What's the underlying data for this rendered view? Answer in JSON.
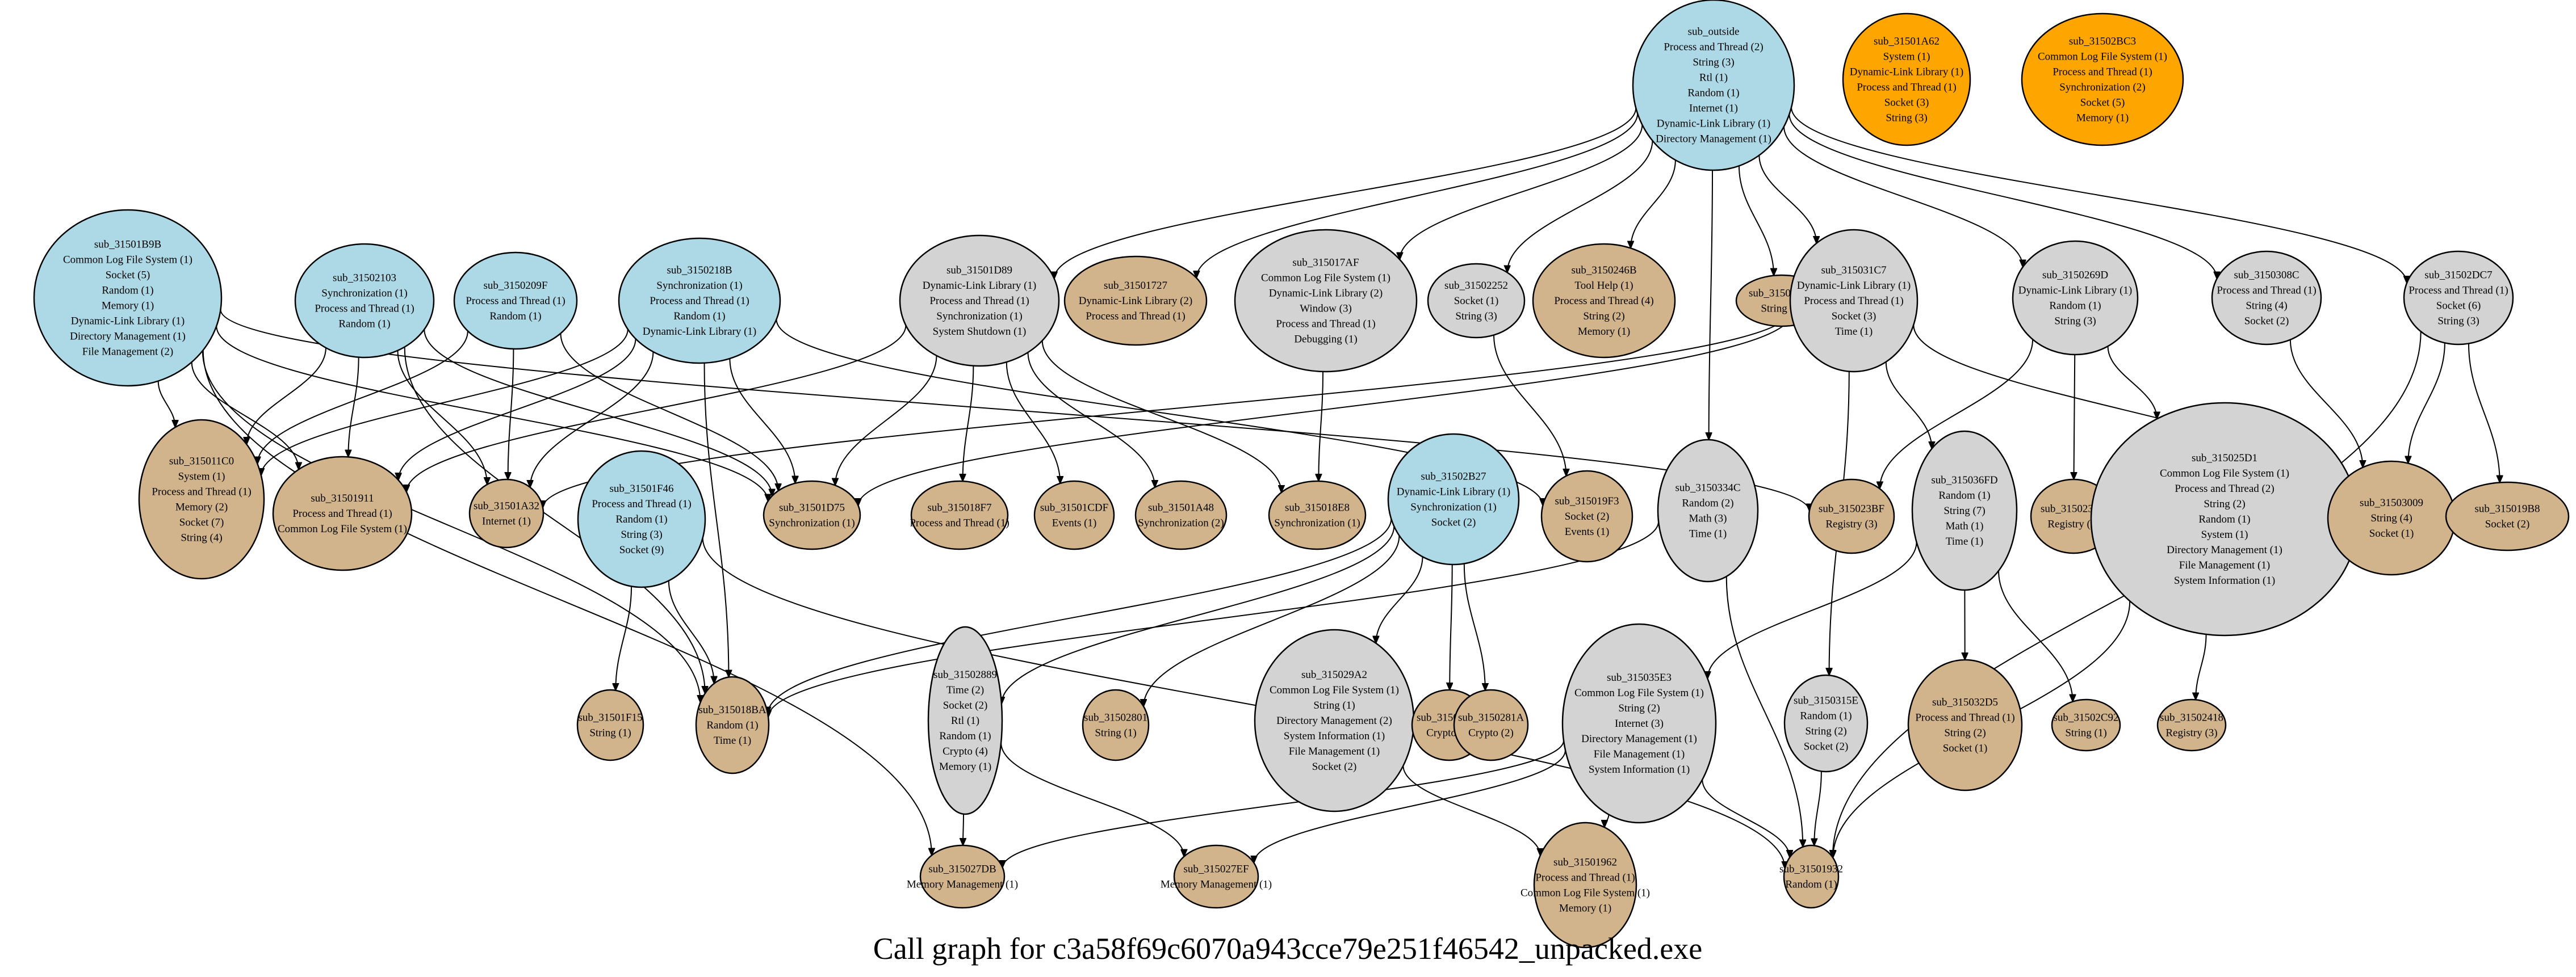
{
  "title": "Call graph for c3a58f69c6070a943cce79e251f46542_unpacked.exe",
  "colors": {
    "root": "#add8e6",
    "internal": "#d3d3d3",
    "leaf": "#d2b48c",
    "isolated": "#ffa500",
    "edge": "#000000"
  },
  "nodes": [
    {
      "id": "sub_outside",
      "type": "root",
      "labels": [
        "Process and Thread (2)",
        "String (3)",
        "Rtl (1)",
        "Random (1)",
        "Internet (1)",
        "Dynamic-Link Library (1)",
        "Directory Management (1)"
      ]
    },
    {
      "id": "sub_31501A62",
      "type": "isolated",
      "labels": [
        "System (1)",
        "Dynamic-Link Library (1)",
        "Process and Thread (1)",
        "Socket (3)",
        "String (3)"
      ]
    },
    {
      "id": "sub_31502BC3",
      "type": "isolated",
      "labels": [
        "Common Log File System (1)",
        "Process and Thread (1)",
        "Synchronization (2)",
        "Socket (5)",
        "Memory (1)"
      ]
    },
    {
      "id": "sub_31501B9B",
      "type": "root",
      "labels": [
        "Common Log File System (1)",
        "Socket (5)",
        "Random (1)",
        "Memory (1)",
        "Dynamic-Link Library (1)",
        "Directory Management (1)",
        "File Management (2)"
      ]
    },
    {
      "id": "sub_31502103",
      "type": "root",
      "labels": [
        "Synchronization (1)",
        "Process and Thread (1)",
        "Random (1)"
      ]
    },
    {
      "id": "sub_3150209F",
      "type": "root",
      "labels": [
        "Process and Thread (1)",
        "Random (1)"
      ]
    },
    {
      "id": "sub_3150218B",
      "type": "root",
      "labels": [
        "Synchronization (1)",
        "Process and Thread (1)",
        "Random (1)",
        "Dynamic-Link Library (1)"
      ]
    },
    {
      "id": "sub_31501D89",
      "type": "internal",
      "labels": [
        "Dynamic-Link Library (1)",
        "Process and Thread (1)",
        "Synchronization (1)",
        "System Shutdown (1)"
      ]
    },
    {
      "id": "sub_31501727",
      "type": "leaf",
      "labels": [
        "Dynamic-Link Library (2)",
        "Process and Thread (1)"
      ]
    },
    {
      "id": "sub_315017AF",
      "type": "internal",
      "labels": [
        "Common Log File System (1)",
        "Dynamic-Link Library (2)",
        "Window (3)",
        "Process and Thread (1)",
        "Debugging (1)"
      ]
    },
    {
      "id": "sub_31502252",
      "type": "internal",
      "labels": [
        "Socket (1)",
        "String (3)"
      ]
    },
    {
      "id": "sub_3150246B",
      "type": "leaf",
      "labels": [
        "Tool Help (1)",
        "Process and Thread (4)",
        "String (2)",
        "Memory (1)"
      ]
    },
    {
      "id": "sub_31502D91",
      "type": "leaf",
      "labels": [
        "String (1)"
      ]
    },
    {
      "id": "sub_315031C7",
      "type": "internal",
      "labels": [
        "Dynamic-Link Library (1)",
        "Process and Thread (1)",
        "Socket (3)",
        "Time (1)"
      ]
    },
    {
      "id": "sub_3150269D",
      "type": "internal",
      "labels": [
        "Dynamic-Link Library (1)",
        "Random (1)",
        "String (3)"
      ]
    },
    {
      "id": "sub_3150308C",
      "type": "internal",
      "labels": [
        "Process and Thread (1)",
        "String (4)",
        "Socket (2)"
      ]
    },
    {
      "id": "sub_31502DC7",
      "type": "internal",
      "labels": [
        "Process and Thread (1)",
        "Socket (6)",
        "String (3)"
      ]
    },
    {
      "id": "sub_315011C0",
      "type": "leaf",
      "labels": [
        "System (1)",
        "Process and Thread (1)",
        "Memory (2)",
        "Socket (7)",
        "String (4)"
      ]
    },
    {
      "id": "sub_31501911",
      "type": "leaf",
      "labels": [
        "Process and Thread (1)",
        "Common Log File System (1)"
      ]
    },
    {
      "id": "sub_31501A32",
      "type": "leaf",
      "labels": [
        "Internet (1)"
      ]
    },
    {
      "id": "sub_31501F46",
      "type": "root",
      "labels": [
        "Process and Thread (1)",
        "Random (1)",
        "String (3)",
        "Socket (9)"
      ]
    },
    {
      "id": "sub_31501D75",
      "type": "leaf",
      "labels": [
        "Synchronization (1)"
      ]
    },
    {
      "id": "sub_315018F7",
      "type": "leaf",
      "labels": [
        "Process and Thread (1)"
      ]
    },
    {
      "id": "sub_31501CDF",
      "type": "leaf",
      "labels": [
        "Events (1)"
      ]
    },
    {
      "id": "sub_31501A48",
      "type": "leaf",
      "labels": [
        "Synchronization (2)"
      ]
    },
    {
      "id": "sub_315018E8",
      "type": "leaf",
      "labels": [
        "Synchronization (1)"
      ]
    },
    {
      "id": "sub_31502B27",
      "type": "root",
      "labels": [
        "Dynamic-Link Library (1)",
        "Synchronization (1)",
        "Socket (2)"
      ]
    },
    {
      "id": "sub_315019F3",
      "type": "leaf",
      "labels": [
        "Socket (2)",
        "Events (1)"
      ]
    },
    {
      "id": "sub_3150334C",
      "type": "internal",
      "labels": [
        "Random (2)",
        "Math (3)",
        "Time (1)"
      ]
    },
    {
      "id": "sub_315023BF",
      "type": "leaf",
      "labels": [
        "Registry (3)"
      ]
    },
    {
      "id": "sub_315036FD",
      "type": "internal",
      "labels": [
        "Random (1)",
        "String (7)",
        "Math (1)",
        "Time (1)"
      ]
    },
    {
      "id": "sub_3150238A",
      "type": "leaf",
      "labels": [
        "Registry (3)"
      ]
    },
    {
      "id": "sub_315025D1",
      "type": "internal",
      "labels": [
        "Common Log File System (1)",
        "Process and Thread (2)",
        "String (2)",
        "Random (1)",
        "System (1)",
        "Directory Management (1)",
        "File Management (1)",
        "System Information (1)"
      ]
    },
    {
      "id": "sub_31503009",
      "type": "leaf",
      "labels": [
        "String (4)",
        "Socket (1)"
      ]
    },
    {
      "id": "sub_315019B8",
      "type": "leaf",
      "labels": [
        "Socket (2)"
      ]
    },
    {
      "id": "sub_31501F15",
      "type": "leaf",
      "labels": [
        "String (1)"
      ]
    },
    {
      "id": "sub_315018BA",
      "type": "leaf",
      "labels": [
        "Random (1)",
        "Time (1)"
      ]
    },
    {
      "id": "sub_31502889",
      "type": "internal",
      "labels": [
        "Time (2)",
        "Socket (2)",
        "Rtl (1)",
        "Random (1)",
        "Crypto (4)",
        "Memory (1)"
      ]
    },
    {
      "id": "sub_31502801",
      "type": "leaf",
      "labels": [
        "String (1)"
      ]
    },
    {
      "id": "sub_315029A2",
      "type": "internal",
      "labels": [
        "Common Log File System (1)",
        "String (1)",
        "Directory Management (2)",
        "System Information (1)",
        "File Management (1)",
        "Socket (2)"
      ]
    },
    {
      "id": "sub_3150286E",
      "type": "leaf",
      "labels": [
        "Crypto (2)"
      ]
    },
    {
      "id": "sub_3150281A",
      "type": "leaf",
      "labels": [
        "Crypto (2)"
      ]
    },
    {
      "id": "sub_315035E3",
      "type": "internal",
      "labels": [
        "Common Log File System (1)",
        "String (2)",
        "Internet (3)",
        "Directory Management (1)",
        "File Management (1)",
        "System Information (1)"
      ]
    },
    {
      "id": "sub_3150315E",
      "type": "internal",
      "labels": [
        "Random (1)",
        "String (2)",
        "Socket (2)"
      ]
    },
    {
      "id": "sub_315032D5",
      "type": "leaf",
      "labels": [
        "Process and Thread (1)",
        "String (2)",
        "Socket (1)"
      ]
    },
    {
      "id": "sub_31502C92",
      "type": "leaf",
      "labels": [
        "String (1)"
      ]
    },
    {
      "id": "sub_31502418",
      "type": "leaf",
      "labels": [
        "Registry (3)"
      ]
    },
    {
      "id": "sub_315027DB",
      "type": "leaf",
      "labels": [
        "Memory Management (1)"
      ]
    },
    {
      "id": "sub_315027EF",
      "type": "leaf",
      "labels": [
        "Memory Management (1)"
      ]
    },
    {
      "id": "sub_31501962",
      "type": "leaf",
      "labels": [
        "Process and Thread (1)",
        "Common Log File System (1)",
        "Memory (1)"
      ]
    },
    {
      "id": "sub_31501932",
      "type": "leaf",
      "labels": [
        "Random (1)"
      ]
    }
  ],
  "edges": [
    [
      "sub_outside",
      "sub_31501D89"
    ],
    [
      "sub_outside",
      "sub_31501727"
    ],
    [
      "sub_outside",
      "sub_315017AF"
    ],
    [
      "sub_outside",
      "sub_31502252"
    ],
    [
      "sub_outside",
      "sub_3150246B"
    ],
    [
      "sub_outside",
      "sub_31502D91"
    ],
    [
      "sub_outside",
      "sub_315031C7"
    ],
    [
      "sub_outside",
      "sub_3150269D"
    ],
    [
      "sub_outside",
      "sub_3150308C"
    ],
    [
      "sub_outside",
      "sub_31502DC7"
    ],
    [
      "sub_outside",
      "sub_3150334C"
    ],
    [
      "sub_31501B9B",
      "sub_315011C0"
    ],
    [
      "sub_31501B9B",
      "sub_31501911"
    ],
    [
      "sub_31501B9B",
      "sub_31501D75"
    ],
    [
      "sub_31501B9B",
      "sub_315018BA"
    ],
    [
      "sub_31501B9B",
      "sub_315027DB"
    ],
    [
      "sub_31501B9B",
      "sub_315023BF"
    ],
    [
      "sub_31502103",
      "sub_315011C0"
    ],
    [
      "sub_31502103",
      "sub_31501911"
    ],
    [
      "sub_31502103",
      "sub_31501A32"
    ],
    [
      "sub_31502103",
      "sub_31501D75"
    ],
    [
      "sub_31502103",
      "sub_315018BA"
    ],
    [
      "sub_3150209F",
      "sub_315011C0"
    ],
    [
      "sub_3150209F",
      "sub_31501A32"
    ],
    [
      "sub_3150209F",
      "sub_31501D75"
    ],
    [
      "sub_3150218B",
      "sub_315011C0"
    ],
    [
      "sub_3150218B",
      "sub_31501911"
    ],
    [
      "sub_3150218B",
      "sub_31501A32"
    ],
    [
      "sub_3150218B",
      "sub_31501D75"
    ],
    [
      "sub_3150218B",
      "sub_315018BA"
    ],
    [
      "sub_3150218B",
      "sub_315019F3"
    ],
    [
      "sub_31501D89",
      "sub_31501911"
    ],
    [
      "sub_31501D89",
      "sub_31501D75"
    ],
    [
      "sub_31501D89",
      "sub_315018F7"
    ],
    [
      "sub_31501D89",
      "sub_31501CDF"
    ],
    [
      "sub_31501D89",
      "sub_31501A48"
    ],
    [
      "sub_31501D89",
      "sub_315018E8"
    ],
    [
      "sub_315017AF",
      "sub_315018E8"
    ],
    [
      "sub_31502252",
      "sub_315019F3"
    ],
    [
      "sub_315031C7",
      "sub_31501A32"
    ],
    [
      "sub_315031C7",
      "sub_31501D75"
    ],
    [
      "sub_315031C7",
      "sub_315036FD"
    ],
    [
      "sub_315031C7",
      "sub_3150315E"
    ],
    [
      "sub_315031C7",
      "sub_31503009"
    ],
    [
      "sub_3150269D",
      "sub_315023BF"
    ],
    [
      "sub_3150269D",
      "sub_3150238A"
    ],
    [
      "sub_3150269D",
      "sub_315025D1"
    ],
    [
      "sub_3150308C",
      "sub_31503009"
    ],
    [
      "sub_31502DC7",
      "sub_31503009"
    ],
    [
      "sub_31502DC7",
      "sub_315019B8"
    ],
    [
      "sub_31502DC7",
      "sub_31501932"
    ],
    [
      "sub_31501F46",
      "sub_31501F15"
    ],
    [
      "sub_31501F46",
      "sub_315018BA"
    ],
    [
      "sub_31501F46",
      "sub_31501932"
    ],
    [
      "sub_31502B27",
      "sub_315018BA"
    ],
    [
      "sub_31502B27",
      "sub_31502889"
    ],
    [
      "sub_31502B27",
      "sub_31502801"
    ],
    [
      "sub_31502B27",
      "sub_315029A2"
    ],
    [
      "sub_31502B27",
      "sub_3150286E"
    ],
    [
      "sub_31502B27",
      "sub_3150281A"
    ],
    [
      "sub_3150334C",
      "sub_315018BA"
    ],
    [
      "sub_3150334C",
      "sub_31501932"
    ],
    [
      "sub_315036FD",
      "sub_315035E3"
    ],
    [
      "sub_315036FD",
      "sub_315032D5"
    ],
    [
      "sub_315036FD",
      "sub_31502C92"
    ],
    [
      "sub_315025D1",
      "sub_31502418"
    ],
    [
      "sub_315025D1",
      "sub_31501932"
    ],
    [
      "sub_31502889",
      "sub_315027DB"
    ],
    [
      "sub_31502889",
      "sub_315027EF"
    ],
    [
      "sub_315029A2",
      "sub_31501962"
    ],
    [
      "sub_315035E3",
      "sub_315027DB"
    ],
    [
      "sub_315035E3",
      "sub_315027EF"
    ],
    [
      "sub_315035E3",
      "sub_31501962"
    ],
    [
      "sub_315035E3",
      "sub_31501932"
    ],
    [
      "sub_3150315E",
      "sub_31501932"
    ]
  ]
}
